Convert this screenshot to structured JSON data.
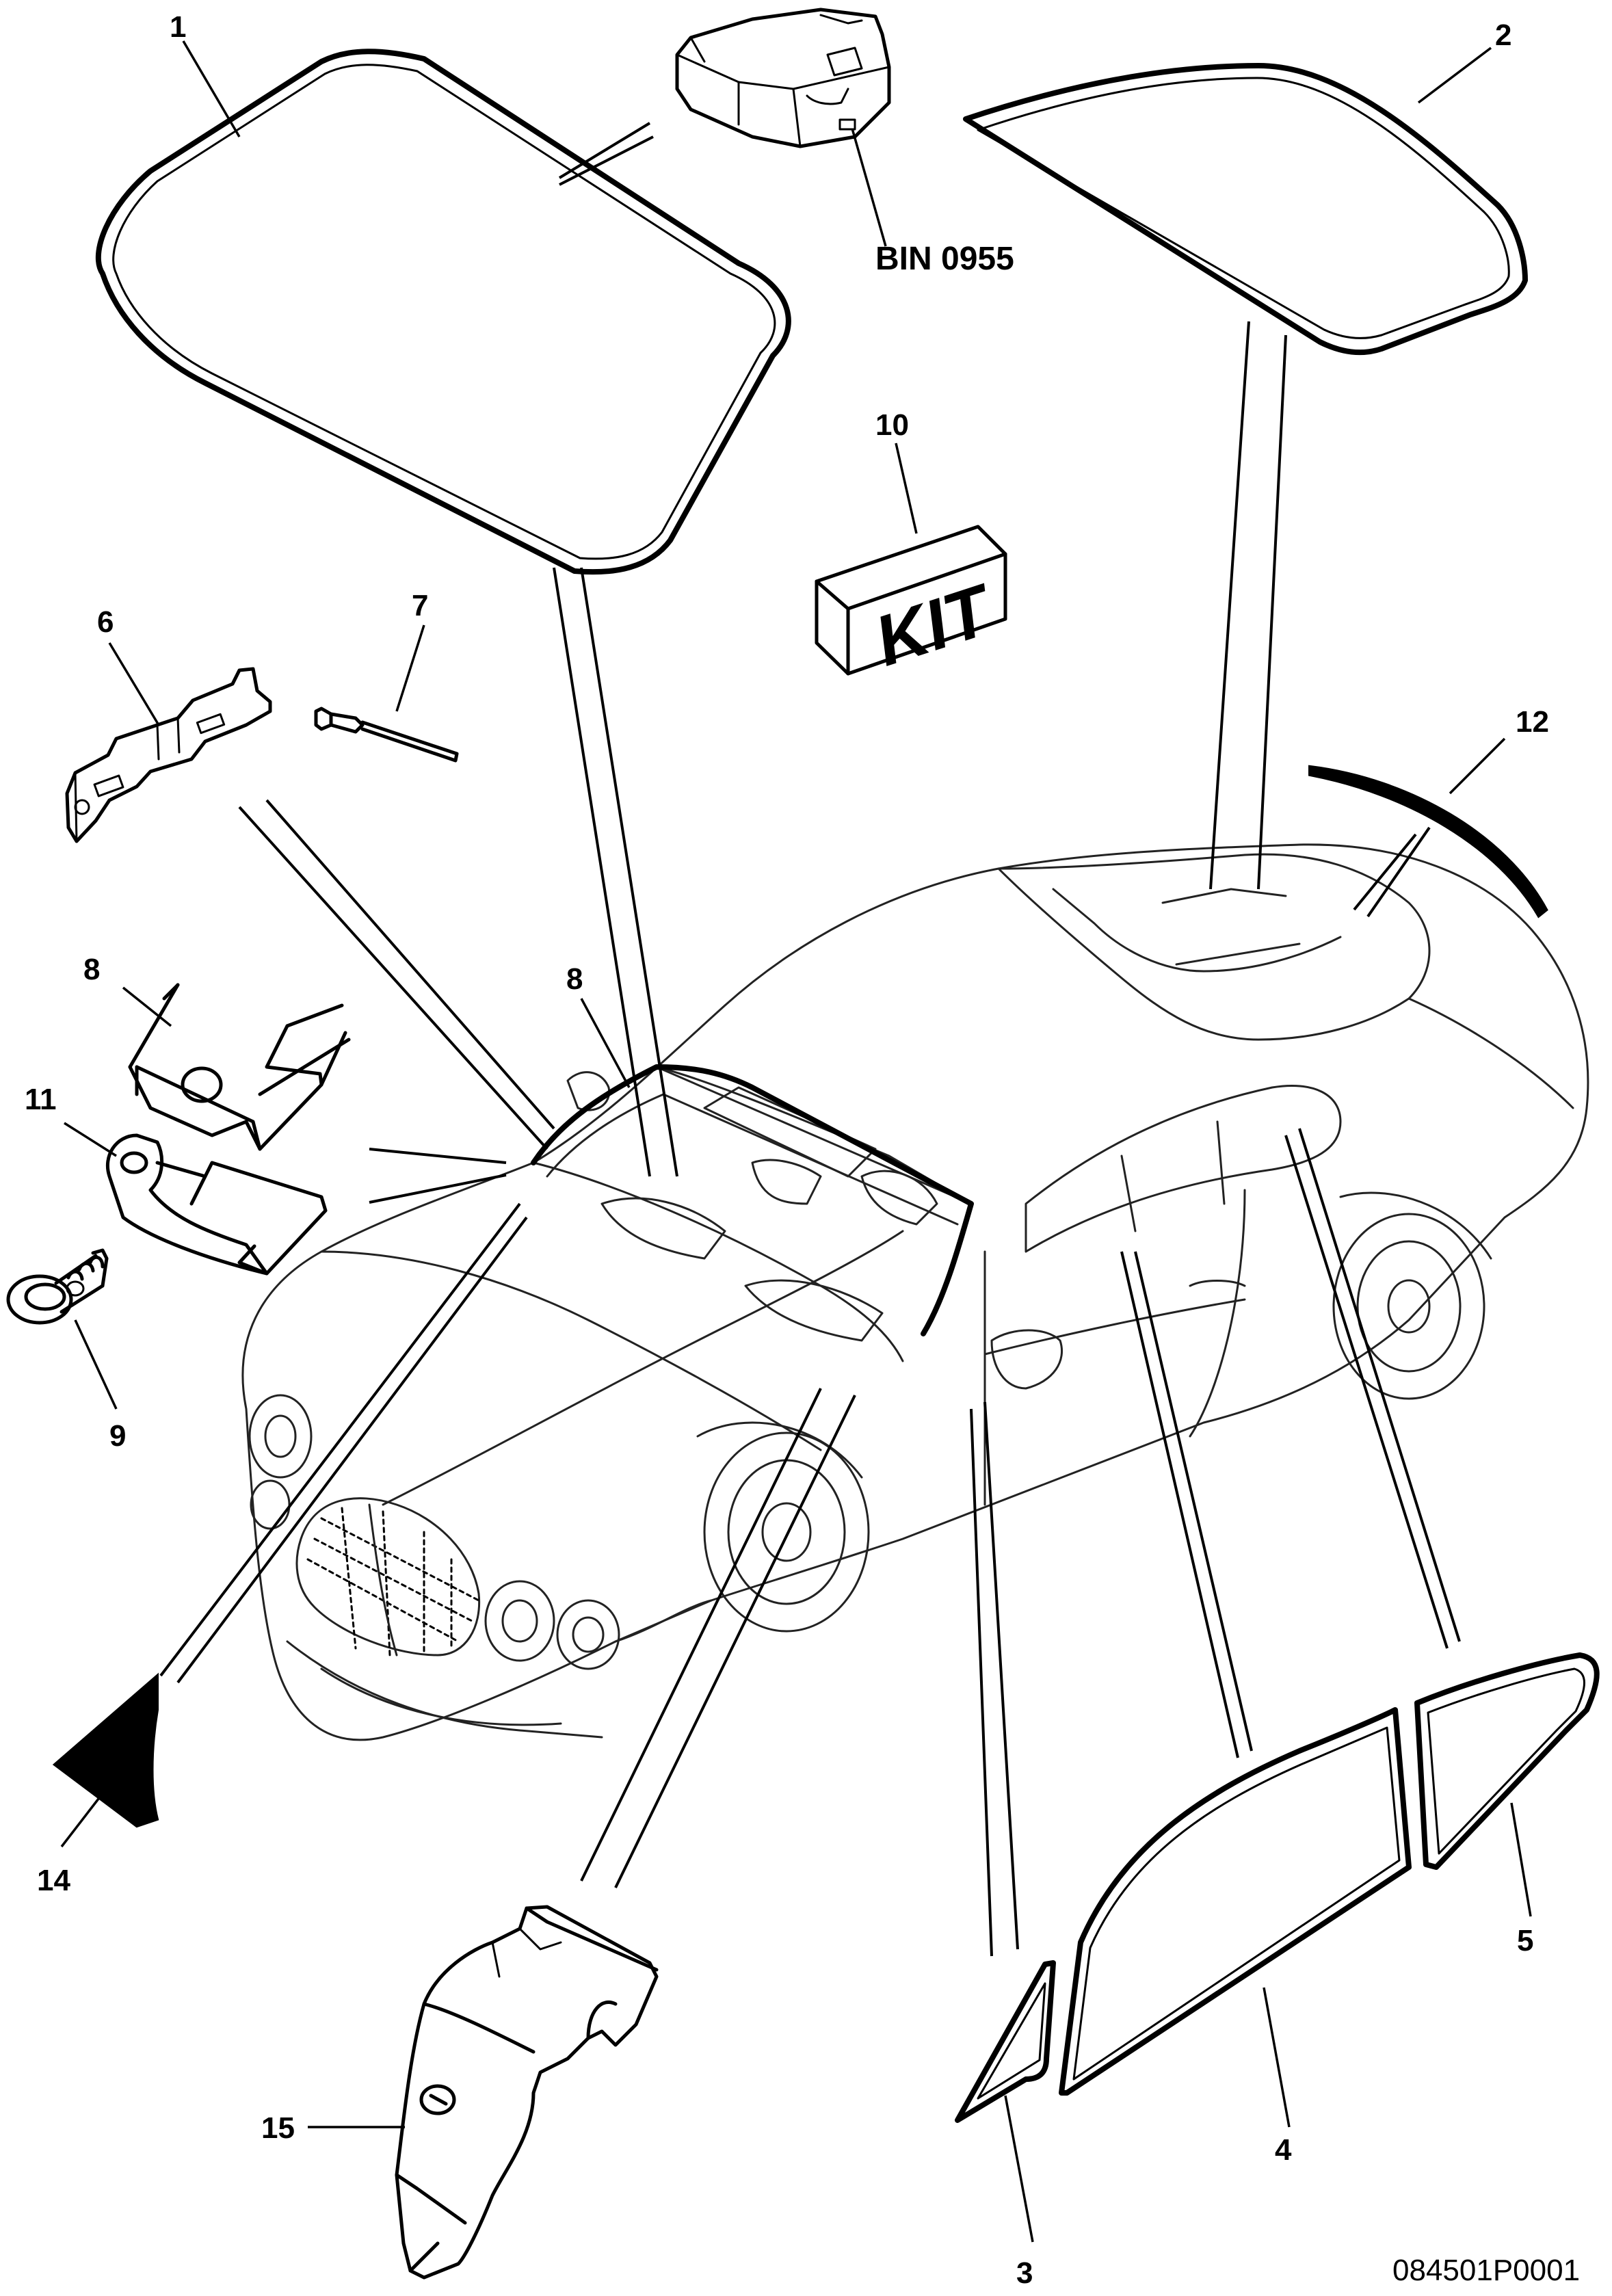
{
  "callouts": [
    {
      "id": "1",
      "text": "1"
    },
    {
      "id": "2",
      "text": "2"
    },
    {
      "id": "3",
      "text": "3"
    },
    {
      "id": "4",
      "text": "4"
    },
    {
      "id": "5",
      "text": "5"
    },
    {
      "id": "6",
      "text": "6"
    },
    {
      "id": "7",
      "text": "7"
    },
    {
      "id": "8a",
      "text": "8"
    },
    {
      "id": "8b",
      "text": "8"
    },
    {
      "id": "9",
      "text": "9"
    },
    {
      "id": "10",
      "text": "10"
    },
    {
      "id": "11",
      "text": "11"
    },
    {
      "id": "12",
      "text": "12"
    },
    {
      "id": "14",
      "text": "14"
    },
    {
      "id": "15",
      "text": "15"
    }
  ],
  "bin_label": "BIN 0955",
  "kit_label": "KIT",
  "part_number": "084501P0001"
}
